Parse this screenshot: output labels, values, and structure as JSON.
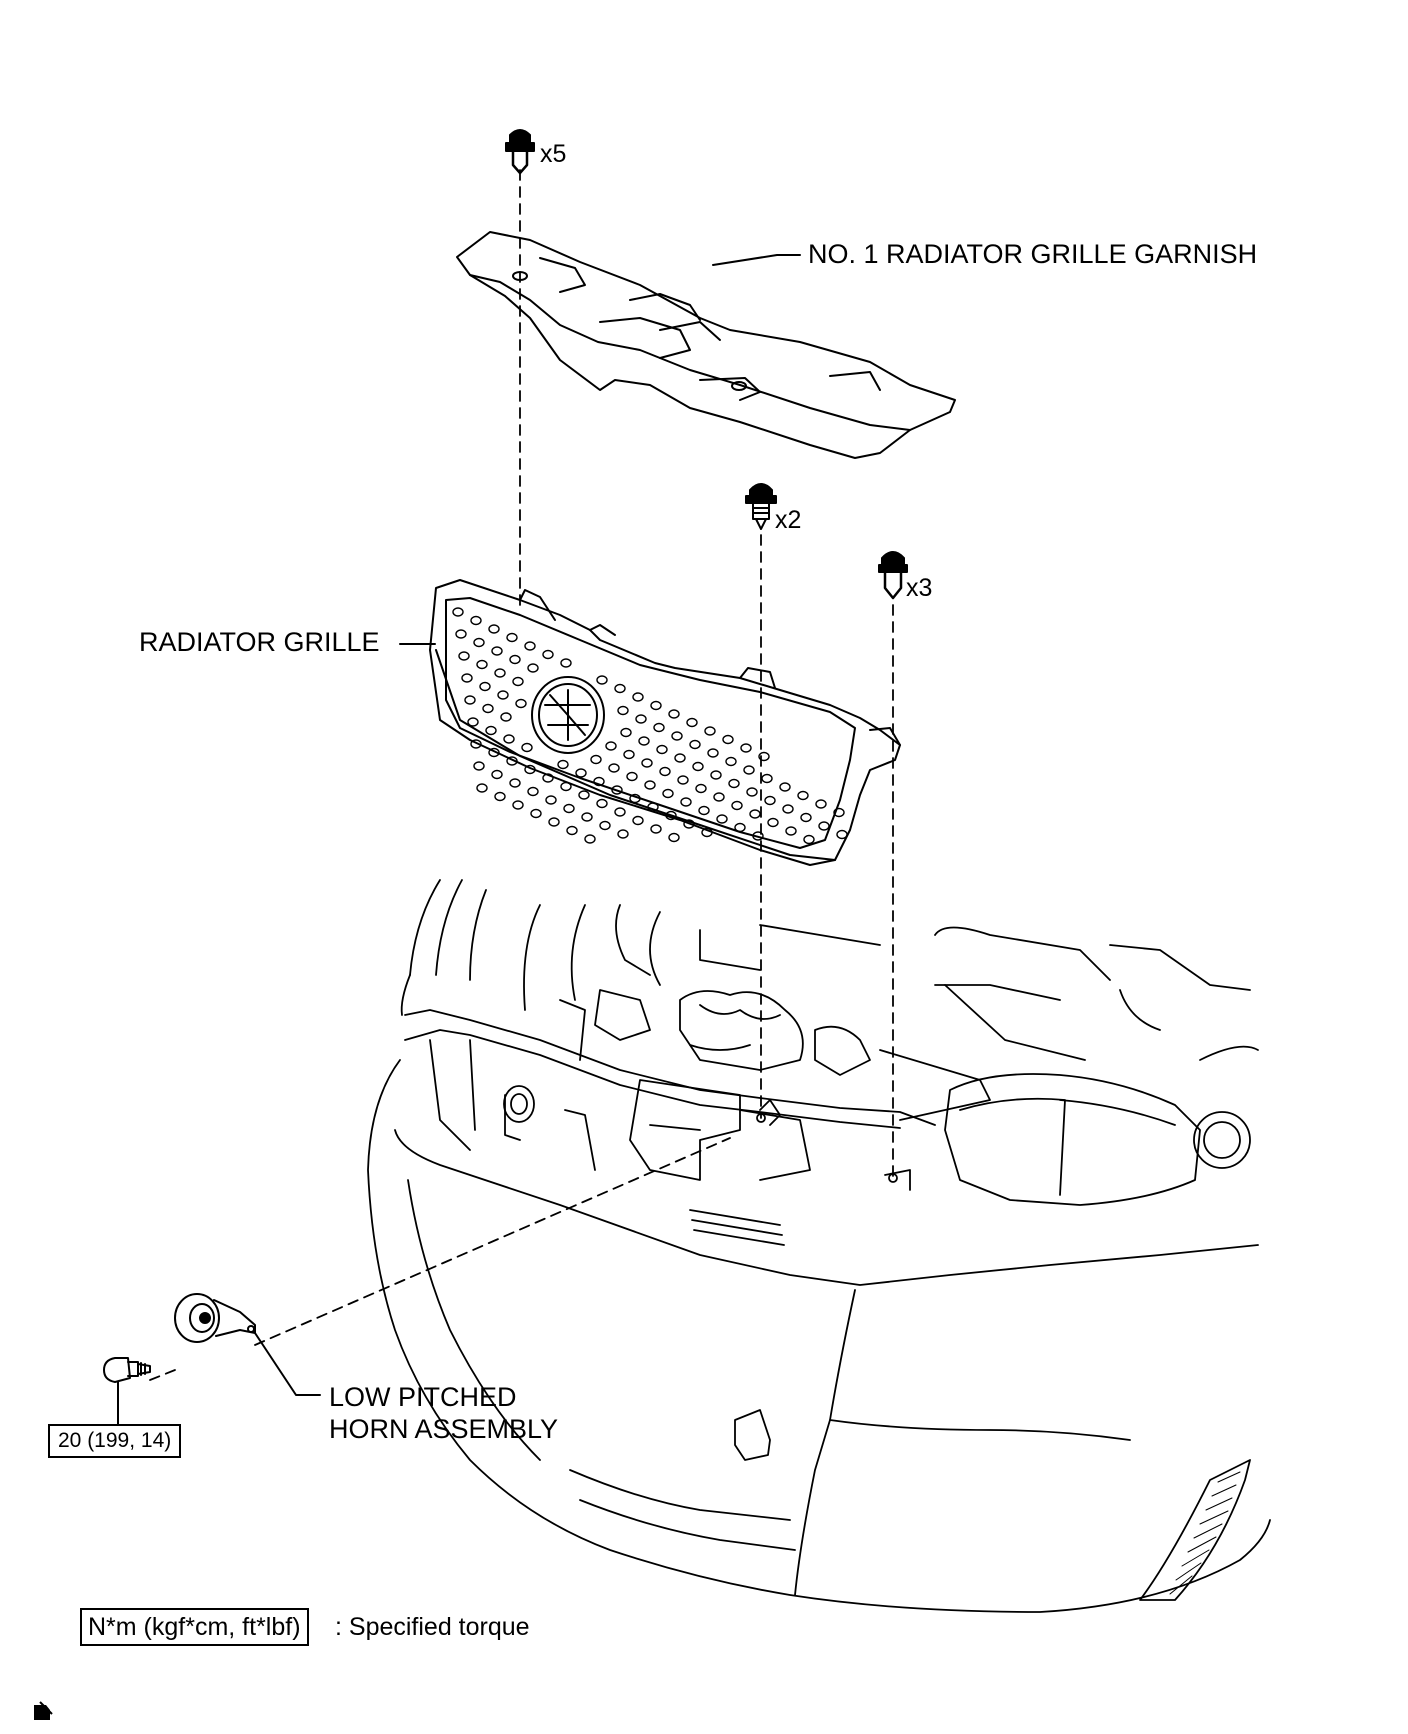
{
  "quantities": {
    "clip_top": "x5",
    "screw_mid": "x2",
    "clip_right": "x3"
  },
  "labels": {
    "garnish": "NO. 1 RADIATOR GRILLE GARNISH",
    "grille": "RADIATOR GRILLE",
    "horn_line1": "LOW PITCHED",
    "horn_line2": "HORN ASSEMBLY"
  },
  "torque": {
    "value": "20 (199, 14)"
  },
  "legend": {
    "units": "N*m (kgf*cm, ft*lbf)",
    "description": ": Specified torque"
  },
  "icons": [
    "clip-icon",
    "screw-icon",
    "bolt-icon",
    "horn-icon",
    "note-icon"
  ],
  "colors": {
    "line": "#000000",
    "background": "#ffffff"
  }
}
